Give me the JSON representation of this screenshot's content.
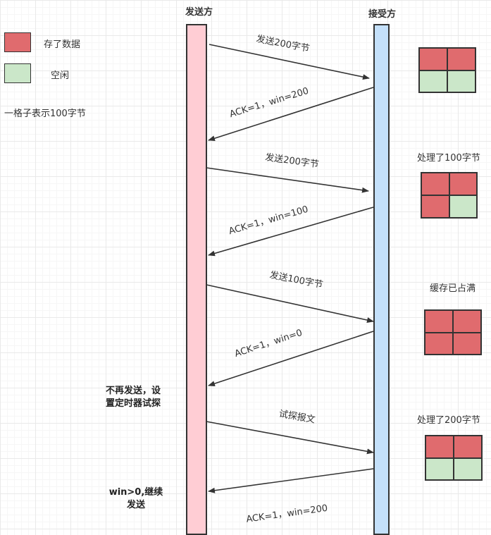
{
  "colors": {
    "used": "#e06b6e",
    "free": "#cbe7c9",
    "sender_lane": "#ffcdd4",
    "receiver_lane": "#c4e0fa"
  },
  "headers": {
    "sender": "发送方",
    "receiver": "接受方"
  },
  "legend": {
    "used_label": "存了数据",
    "free_label": "空闲",
    "note": "一格子表示100字节"
  },
  "messages": [
    {
      "label": "发送200字节",
      "direction": "to-receiver"
    },
    {
      "label": "ACK=1，win=200",
      "direction": "to-sender"
    },
    {
      "label": "发送200字节",
      "direction": "to-receiver"
    },
    {
      "label": "ACK=1，win=100",
      "direction": "to-sender"
    },
    {
      "label": "发送100字节",
      "direction": "to-receiver"
    },
    {
      "label": "ACK=1，win=0",
      "direction": "to-sender"
    },
    {
      "label": "试探报文",
      "direction": "to-receiver"
    },
    {
      "label": "ACK=1，win=200",
      "direction": "to-sender"
    }
  ],
  "notes": {
    "stop_line1": "不再发送，设",
    "stop_line2": "置定时器试探",
    "resume_line1": "win>0,继续",
    "resume_line2": "发送"
  },
  "buffers": [
    {
      "caption": "",
      "cells": [
        "used",
        "used",
        "free",
        "free"
      ]
    },
    {
      "caption": "处理了100字节",
      "cells": [
        "used",
        "used",
        "used",
        "free"
      ]
    },
    {
      "caption": "缓存已占满",
      "cells": [
        "used",
        "used",
        "used",
        "used"
      ]
    },
    {
      "caption": "处理了200字节",
      "cells": [
        "used",
        "used",
        "free",
        "free"
      ]
    }
  ]
}
